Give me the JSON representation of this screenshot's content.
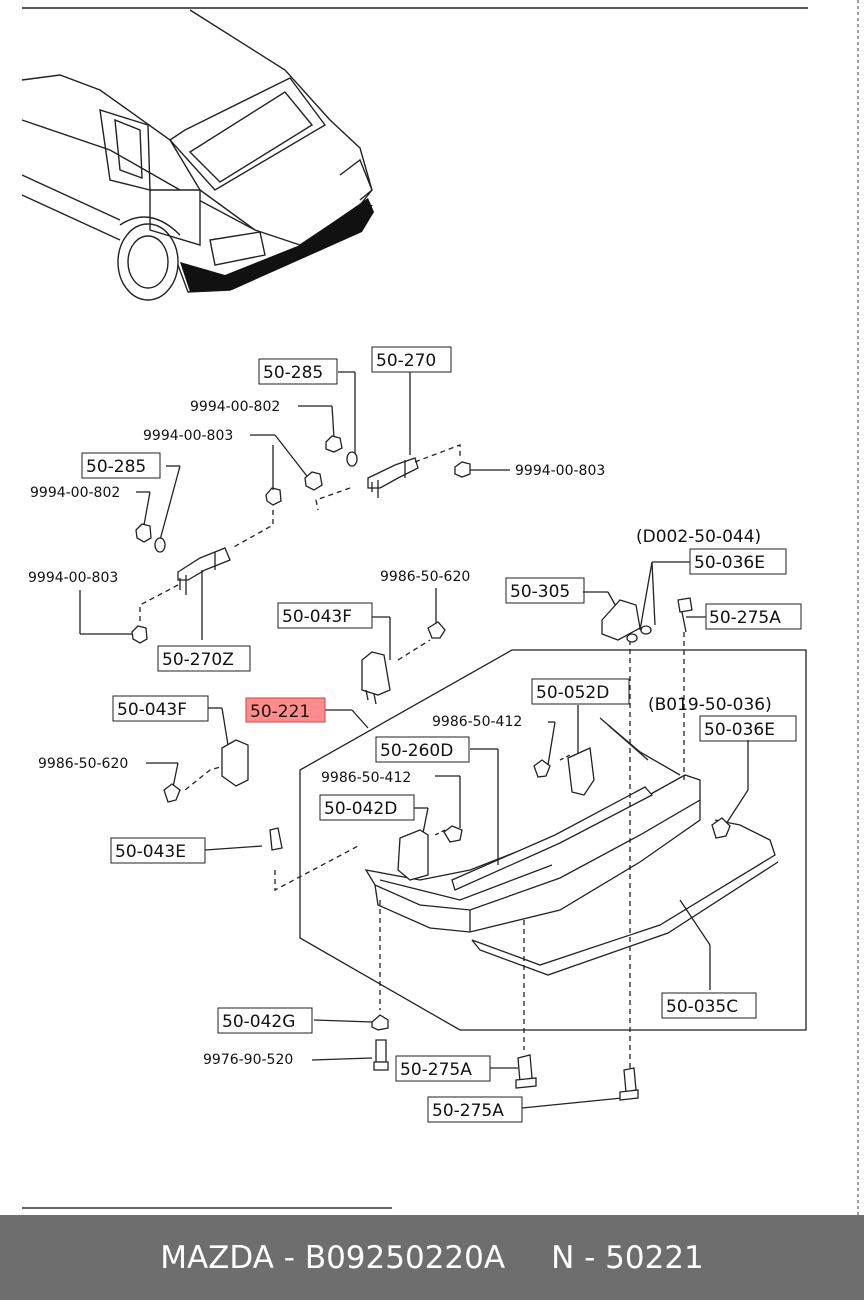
{
  "accent_highlight": "#ff8c8c",
  "footer_bg": "#6e6e6e",
  "labels": {
    "p50_285a": "50-285",
    "p50_270": "50-270",
    "p9994_802a": "9994-00-802",
    "p9994_803a": "9994-00-803",
    "p9994_803b": "9994-00-803",
    "p50_285b": "50-285",
    "p9994_802b": "9994-00-802",
    "p9994_803c": "9994-00-803",
    "p50_270z": "50-270Z",
    "pD002": "(D002-50-044)",
    "p50_036e_a": "50-036E",
    "p9986_620a": "9986-50-620",
    "p50_305": "50-305",
    "p50_275a_a": "50-275A",
    "p50_043f_a": "50-043F",
    "p50_052d": "50-052D",
    "pB019": "(B019-50-036)",
    "p50_043f_b": "50-043F",
    "p50_221": "50-221",
    "p9986_412a": "9986-50-412",
    "p50_036e_b": "50-036E",
    "p50_260d": "50-260D",
    "p9986_620b": "9986-50-620",
    "p9986_412b": "9986-50-412",
    "p50_042d": "50-042D",
    "p50_043e": "50-043E",
    "p50_035c": "50-035C",
    "p50_042g": "50-042G",
    "p9976_520": "9976-90-520",
    "p50_275a_b": "50-275A",
    "p50_275a_c": "50-275A"
  },
  "footer": {
    "brand_part": "MAZDA - B09250220A",
    "ref": "N - 50221"
  }
}
